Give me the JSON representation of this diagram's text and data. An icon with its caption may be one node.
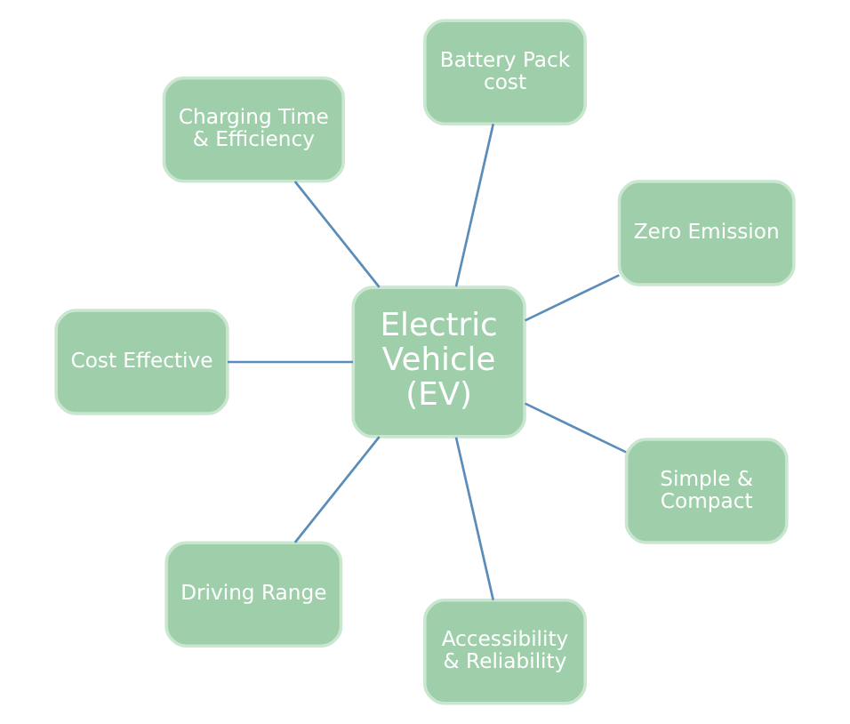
{
  "diagram": {
    "nodes": [
      {
        "text": [
          "Electric Vehicle (EV)"
        ]
      },
      {
        "text": [
          "Zero Emission"
        ]
      },
      {
        "text": [
          "Battery Pack cost"
        ]
      },
      {
        "text": [
          "Charging Time & Efficiency"
        ]
      },
      {
        "text": [
          "Cost Effective"
        ]
      },
      {
        "text": [
          "Driving Range"
        ]
      },
      {
        "text": [
          "Accessibility & Reliability"
        ]
      },
      {
        "text": [
          "Simple & Compact"
        ]
      }
    ],
    "edges": [
      {
        "from": 0,
        "to": 1,
        "arrow": "none"
      },
      {
        "from": 0,
        "to": 2,
        "arrow": "none"
      },
      {
        "from": 0,
        "to": 3,
        "arrow": "none"
      },
      {
        "from": 0,
        "to": 4,
        "arrow": "none"
      },
      {
        "from": 0,
        "to": 5,
        "arrow": "none"
      },
      {
        "from": 0,
        "to": 6,
        "arrow": "none"
      },
      {
        "from": 0,
        "to": 7,
        "arrow": "none"
      }
    ]
  }
}
